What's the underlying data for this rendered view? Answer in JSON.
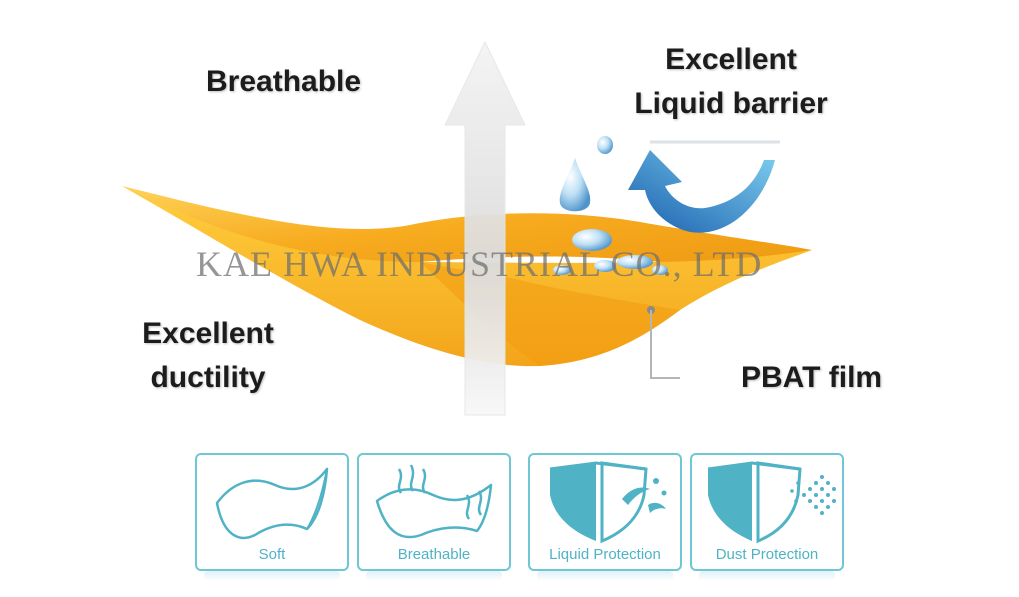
{
  "labels": {
    "breathable": "Breathable",
    "liquid_barrier_line1": "Excellent",
    "liquid_barrier_line2": "Liquid barrier",
    "ductility_line1": "Excellent",
    "ductility_line2": "ductility",
    "pbat_film": "PBAT film"
  },
  "watermark": "KAE HWA INDUSTRIAL CO., LTD",
  "features": [
    {
      "label": "Soft",
      "icon": "soft-sheet-icon"
    },
    {
      "label": "Breathable",
      "icon": "breathable-waves-icon"
    },
    {
      "label": "Liquid Protection",
      "icon": "liquid-shield-icon"
    },
    {
      "label": "Dust Protection",
      "icon": "dust-shield-icon"
    }
  ],
  "colors": {
    "film_orange": "#f5a623",
    "film_yellow": "#ffc83a",
    "arrow_blue": "#1f6fb8",
    "icon_teal": "#6fc6d4",
    "droplet_blue": "#6fb3e0"
  }
}
